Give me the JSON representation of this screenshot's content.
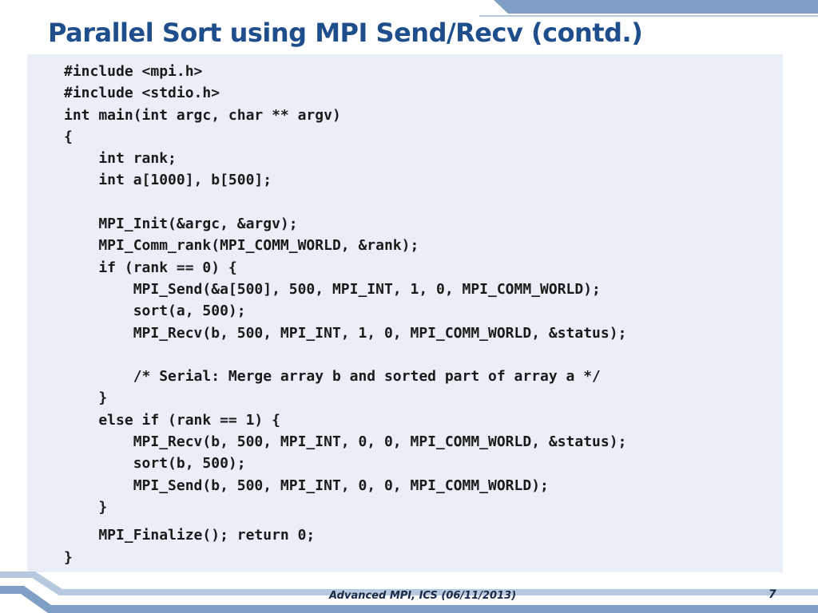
{
  "slide": {
    "title": "Parallel Sort using MPI Send/Recv (contd.)",
    "footer": "Advanced MPI, ICS (06/11/2013)",
    "page_number": "7",
    "accent_color": "#1f4e8c",
    "panel_color": "#eaeff7",
    "deco_color": "#7f9fc4"
  },
  "code": {
    "lines": [
      "#include <mpi.h>",
      "#include <stdio.h>",
      "int main(int argc, char ** argv)",
      "{",
      "    int rank;",
      "    int a[1000], b[500];",
      "",
      "    MPI_Init(&argc, &argv);",
      "    MPI_Comm_rank(MPI_COMM_WORLD, &rank);",
      "    if (rank == 0) {",
      "        MPI_Send(&a[500], 500, MPI_INT, 1, 0, MPI_COMM_WORLD);",
      "        sort(a, 500);",
      "        MPI_Recv(b, 500, MPI_INT, 1, 0, MPI_COMM_WORLD, &status);",
      "",
      "        /* Serial: Merge array b and sorted part of array a */",
      "    }",
      "    else if (rank == 1) {",
      "        MPI_Recv(b, 500, MPI_INT, 0, 0, MPI_COMM_WORLD, &status);",
      "        sort(b, 500);",
      "        MPI_Send(b, 500, MPI_INT, 0, 0, MPI_COMM_WORLD);",
      "    }",
      "    MPI_Finalize(); return 0;",
      "}"
    ]
  }
}
